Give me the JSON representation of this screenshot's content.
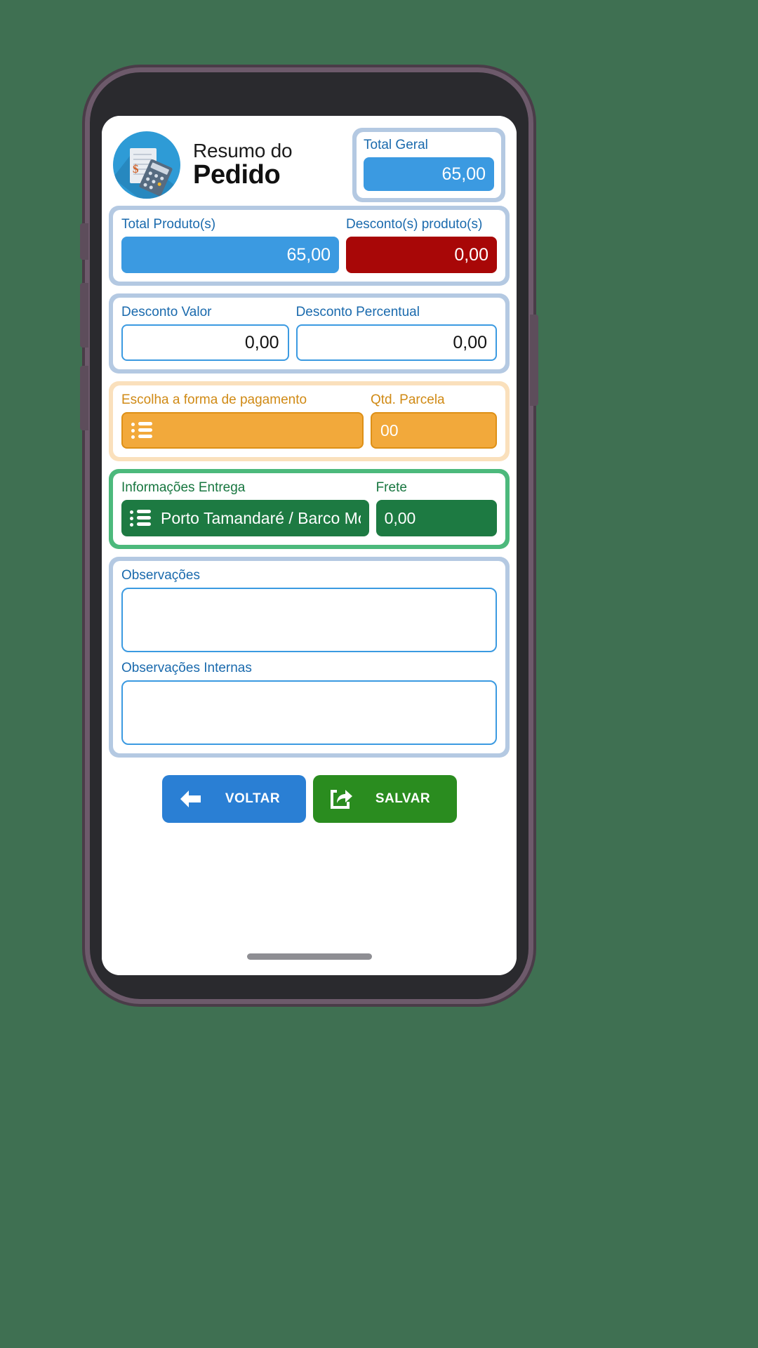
{
  "app": {
    "header": {
      "icon_name": "invoice-calculator-icon",
      "title_line1": "Resumo do",
      "title_line2": "Pedido"
    },
    "total_geral": {
      "label": "Total Geral",
      "value": "65,00"
    },
    "totals": {
      "produtos_label": "Total Produto(s)",
      "produtos_value": "65,00",
      "desconto_label": "Desconto(s) produto(s)",
      "desconto_value": "0,00"
    },
    "descontos": {
      "valor_label": "Desconto Valor",
      "valor_value": "0,00",
      "percentual_label": "Desconto Percentual",
      "percentual_value": "0,00"
    },
    "pagamento": {
      "forma_label": "Escolha a forma de pagamento",
      "forma_value": "",
      "forma_icon": "list-icon",
      "parcela_label": "Qtd. Parcela",
      "parcela_value": "00"
    },
    "entrega": {
      "info_label": "Informações Entrega",
      "info_value": "Porto Tamandaré / Barco Mot",
      "info_icon": "list-icon",
      "frete_label": "Frete",
      "frete_value": "0,00"
    },
    "observacoes": {
      "label": "Observações",
      "value": "",
      "internas_label": "Observações Internas",
      "internas_value": ""
    },
    "footer": {
      "back_label": "VOLTAR",
      "back_icon": "arrow-left-icon",
      "save_label": "SALVAR",
      "save_icon": "share-export-icon"
    }
  },
  "colors": {
    "blue_accent": "#3b9ae1",
    "blue_label": "#1a6aad",
    "panel_blue": "#b4c9e2",
    "red": "#a80707",
    "orange": "#f2a93b",
    "orange_panel": "#fae0bc",
    "orange_label": "#d08a15",
    "green": "#1d7a42",
    "green_panel": "#4cb97c",
    "green_label": "#17763f",
    "btn_back": "#2a7fd4",
    "btn_save": "#2a8c1f",
    "page_bg": "#3f7052"
  }
}
